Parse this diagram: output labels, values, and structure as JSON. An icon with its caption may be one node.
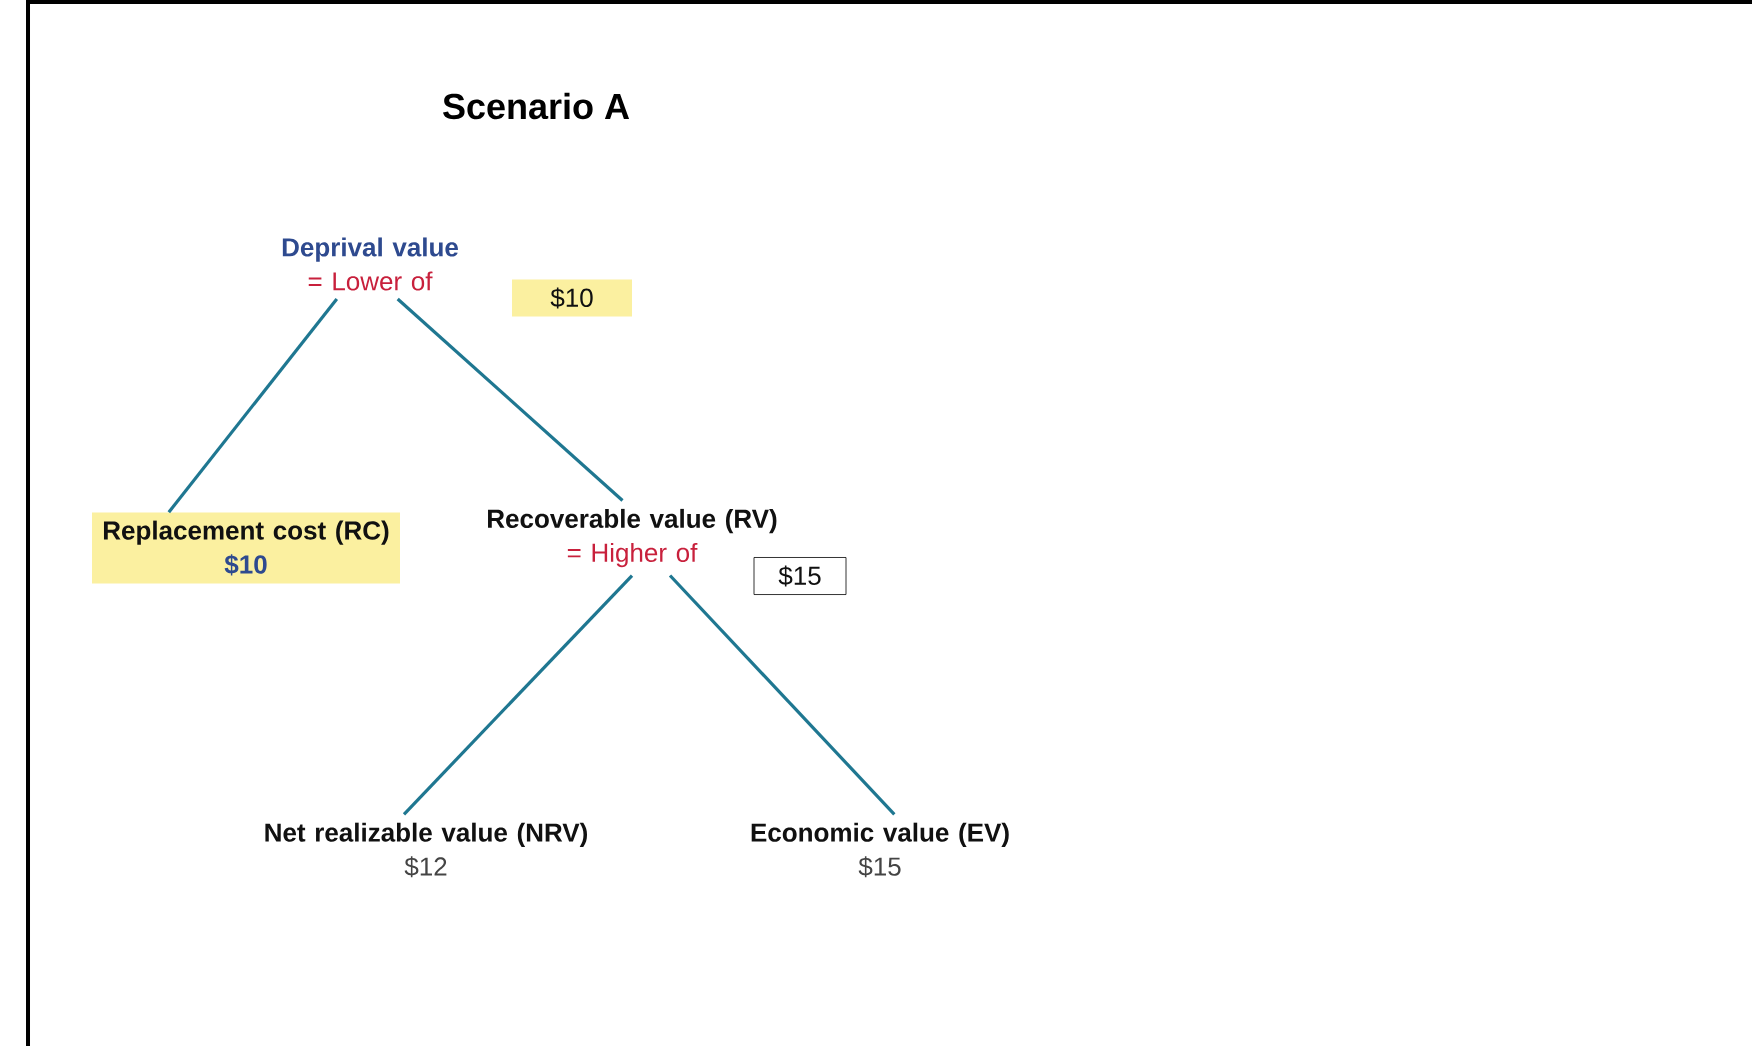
{
  "diagram": {
    "title": "Scenario A",
    "nodes": [
      {
        "text": [
          "Deprival value",
          "= Lower of"
        ]
      },
      {
        "text": [
          "$10"
        ]
      },
      {
        "text": [
          "Replacement cost (RC)",
          "$10"
        ]
      },
      {
        "text": [
          "Recoverable value (RV)",
          "= Higher of"
        ]
      },
      {
        "text": [
          "$15"
        ]
      },
      {
        "text": [
          "Net realizable value (NRV)",
          "$12"
        ]
      },
      {
        "text": [
          "Economic value (EV)",
          "$15"
        ]
      }
    ],
    "edges": [
      {
        "from": 0,
        "to": 2,
        "arrow": "none"
      },
      {
        "from": 0,
        "to": 3,
        "arrow": "none"
      },
      {
        "from": 3,
        "to": 5,
        "arrow": "none"
      },
      {
        "from": 3,
        "to": 6,
        "arrow": "none"
      }
    ]
  }
}
